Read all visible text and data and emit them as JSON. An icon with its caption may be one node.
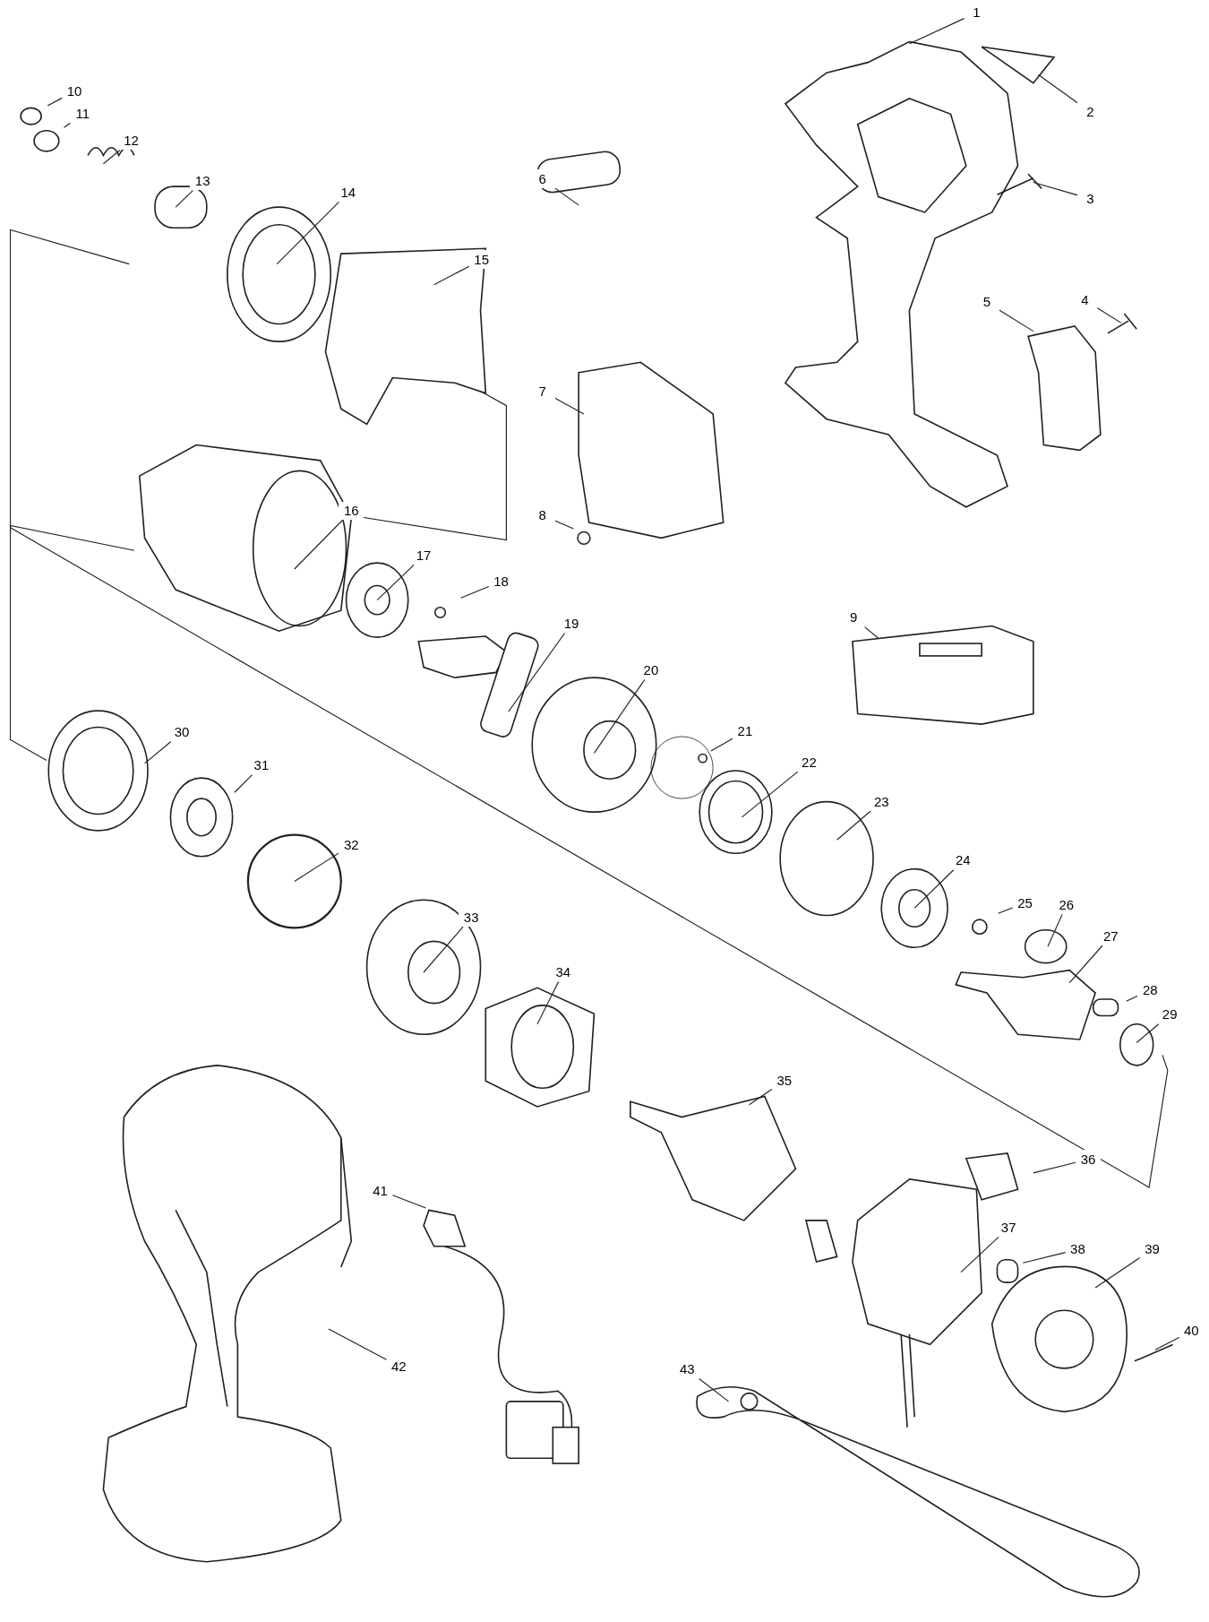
{
  "diagram": {
    "nodes": [
      {
        "text": [
          "1"
        ]
      },
      {
        "text": [
          "2"
        ]
      },
      {
        "text": [
          "3"
        ]
      },
      {
        "text": [
          "4"
        ]
      },
      {
        "text": [
          "5"
        ]
      },
      {
        "text": [
          "6"
        ]
      },
      {
        "text": [
          "7"
        ]
      },
      {
        "text": [
          "8"
        ]
      },
      {
        "text": [
          "9"
        ]
      },
      {
        "text": [
          "10"
        ]
      },
      {
        "text": [
          "11"
        ]
      },
      {
        "text": [
          "12"
        ]
      },
      {
        "text": [
          "13"
        ]
      },
      {
        "text": [
          "14"
        ]
      },
      {
        "text": [
          "15"
        ]
      },
      {
        "text": [
          "16"
        ]
      },
      {
        "text": [
          "17"
        ]
      },
      {
        "text": [
          "18"
        ]
      },
      {
        "text": [
          "19"
        ]
      },
      {
        "text": [
          "20"
        ]
      },
      {
        "text": [
          "21"
        ]
      },
      {
        "text": [
          "22"
        ]
      },
      {
        "text": [
          "23"
        ]
      },
      {
        "text": [
          "24"
        ]
      },
      {
        "text": [
          "25"
        ]
      },
      {
        "text": [
          "26"
        ]
      },
      {
        "text": [
          "27"
        ]
      },
      {
        "text": [
          "28"
        ]
      },
      {
        "text": [
          "29"
        ]
      },
      {
        "text": [
          "30"
        ]
      },
      {
        "text": [
          "31"
        ]
      },
      {
        "text": [
          "32"
        ]
      },
      {
        "text": [
          "33"
        ]
      },
      {
        "text": [
          "34"
        ]
      },
      {
        "text": [
          "35"
        ]
      },
      {
        "text": [
          "36"
        ]
      },
      {
        "text": [
          "37"
        ]
      },
      {
        "text": [
          "38"
        ]
      },
      {
        "text": [
          "39"
        ]
      },
      {
        "text": [
          "40"
        ]
      },
      {
        "text": [
          "41"
        ]
      },
      {
        "text": [
          "42"
        ]
      },
      {
        "text": [
          "43"
        ]
      }
    ],
    "edges": [
      {
        "from": 0,
        "to": null,
        "arrow": "none"
      },
      {
        "from": 1,
        "to": null,
        "arrow": "none"
      },
      {
        "from": 2,
        "to": null,
        "arrow": "none"
      },
      {
        "from": 3,
        "to": null,
        "arrow": "none"
      },
      {
        "from": 4,
        "to": null,
        "arrow": "none"
      },
      {
        "from": 5,
        "to": null,
        "arrow": "none"
      },
      {
        "from": 6,
        "to": null,
        "arrow": "none"
      },
      {
        "from": 7,
        "to": null,
        "arrow": "none"
      },
      {
        "from": 8,
        "to": null,
        "arrow": "none"
      },
      {
        "from": 9,
        "to": null,
        "arrow": "none"
      },
      {
        "from": 10,
        "to": null,
        "arrow": "none"
      },
      {
        "from": 11,
        "to": null,
        "arrow": "none"
      },
      {
        "from": 12,
        "to": null,
        "arrow": "none"
      },
      {
        "from": 13,
        "to": null,
        "arrow": "none"
      },
      {
        "from": 14,
        "to": null,
        "arrow": "none"
      },
      {
        "from": 15,
        "to": null,
        "arrow": "none"
      },
      {
        "from": 16,
        "to": null,
        "arrow": "none"
      },
      {
        "from": 17,
        "to": null,
        "arrow": "none"
      },
      {
        "from": 18,
        "to": null,
        "arrow": "none"
      },
      {
        "from": 19,
        "to": null,
        "arrow": "none"
      },
      {
        "from": 20,
        "to": null,
        "arrow": "none"
      },
      {
        "from": 21,
        "to": null,
        "arrow": "none"
      },
      {
        "from": 22,
        "to": null,
        "arrow": "none"
      },
      {
        "from": 23,
        "to": null,
        "arrow": "none"
      },
      {
        "from": 24,
        "to": null,
        "arrow": "none"
      },
      {
        "from": 25,
        "to": null,
        "arrow": "none"
      },
      {
        "from": 26,
        "to": null,
        "arrow": "none"
      },
      {
        "from": 27,
        "to": null,
        "arrow": "none"
      },
      {
        "from": 28,
        "to": null,
        "arrow": "none"
      },
      {
        "from": 29,
        "to": null,
        "arrow": "none"
      },
      {
        "from": 30,
        "to": null,
        "arrow": "none"
      },
      {
        "from": 31,
        "to": null,
        "arrow": "none"
      },
      {
        "from": 32,
        "to": null,
        "arrow": "none"
      },
      {
        "from": 33,
        "to": null,
        "arrow": "none"
      },
      {
        "from": 34,
        "to": null,
        "arrow": "none"
      },
      {
        "from": 35,
        "to": null,
        "arrow": "none"
      },
      {
        "from": 36,
        "to": null,
        "arrow": "none"
      },
      {
        "from": 37,
        "to": null,
        "arrow": "none"
      },
      {
        "from": 38,
        "to": null,
        "arrow": "none"
      },
      {
        "from": 39,
        "to": null,
        "arrow": "none"
      },
      {
        "from": 40,
        "to": null,
        "arrow": "none"
      },
      {
        "from": 41,
        "to": null,
        "arrow": "none"
      },
      {
        "from": 42,
        "to": null,
        "arrow": "none"
      }
    ]
  }
}
